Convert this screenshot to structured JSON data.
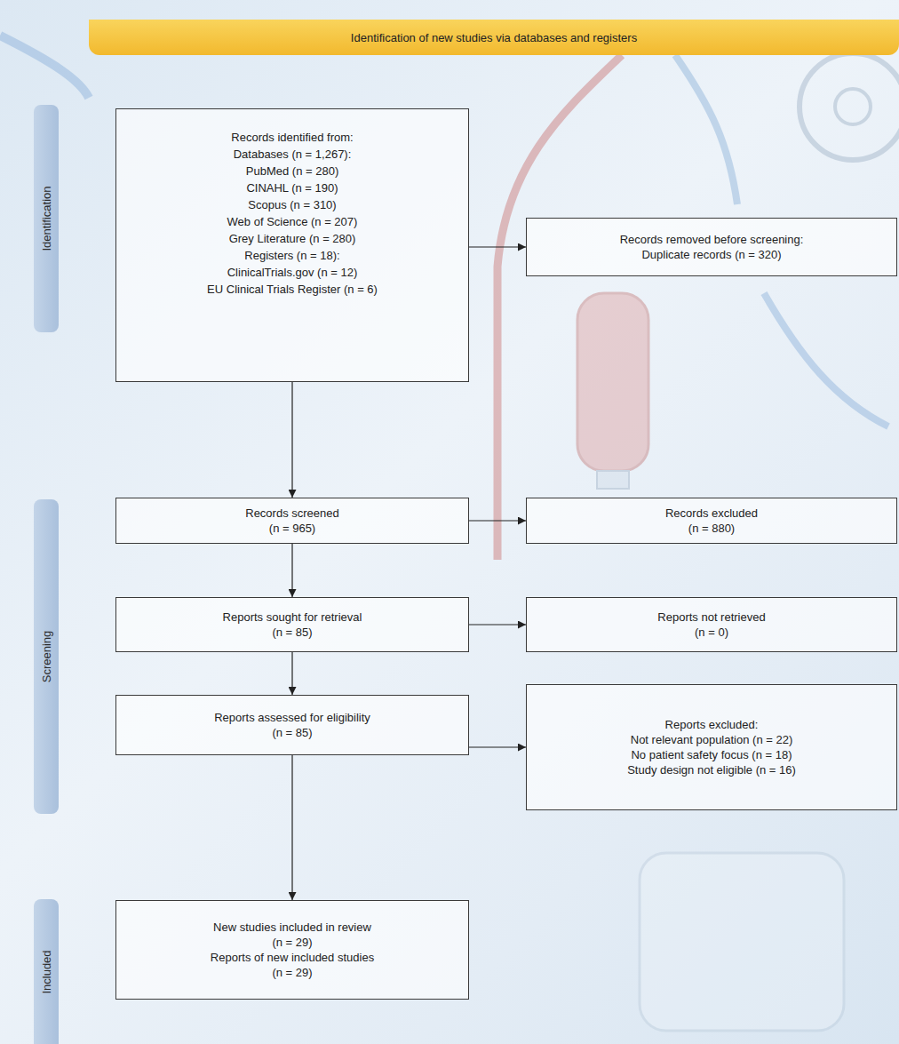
{
  "diagram": {
    "nodes": [
      {
        "text": [
          "Identification of new studies via databases and registers"
        ]
      },
      {
        "text": [
          "Identification"
        ]
      },
      {
        "text": [
          "Records identified from:",
          "Databases (n = 1,267):",
          "PubMed (n = 280)",
          "CINAHL (n = 190)",
          "Scopus (n = 310)",
          "Web of Science (n = 207)",
          "Grey Literature (n = 280)",
          "Registers (n = 18):",
          "ClinicalTrials.gov (n = 12)",
          "EU Clinical Trials Register (n = 6)"
        ]
      },
      {
        "text": [
          "Records removed before screening:",
          "Duplicate records (n = 320)"
        ]
      },
      {
        "text": [
          "Screening"
        ]
      },
      {
        "text": [
          "Records screened",
          "(n = 965)"
        ]
      },
      {
        "text": [
          "Records excluded",
          "(n = 880)"
        ]
      },
      {
        "text": [
          "Reports sought for retrieval",
          "(n = 85)"
        ]
      },
      {
        "text": [
          "Reports not retrieved",
          "(n = 0)"
        ]
      },
      {
        "text": [
          "Reports assessed for eligibility",
          "(n = 85)"
        ]
      },
      {
        "text": [
          "Reports excluded:",
          "Not relevant population (n = 22)",
          "No patient safety focus (n = 18)",
          "Study design not eligible (n = 16)"
        ]
      },
      {
        "text": [
          "Included"
        ]
      },
      {
        "text": [
          "New studies included in review",
          "(n = 29)",
          "Reports of new included studies",
          "(n = 29)"
        ]
      }
    ],
    "edges": [
      {
        "from": 2,
        "to": 3,
        "arrow": "to"
      },
      {
        "from": 2,
        "to": 5,
        "arrow": "to"
      },
      {
        "from": 5,
        "to": 6,
        "arrow": "to"
      },
      {
        "from": 5,
        "to": 7,
        "arrow": "to"
      },
      {
        "from": 7,
        "to": 8,
        "arrow": "to"
      },
      {
        "from": 7,
        "to": 9,
        "arrow": "to"
      },
      {
        "from": 9,
        "to": 10,
        "arrow": "to"
      },
      {
        "from": 9,
        "to": 12,
        "arrow": "to"
      }
    ]
  }
}
